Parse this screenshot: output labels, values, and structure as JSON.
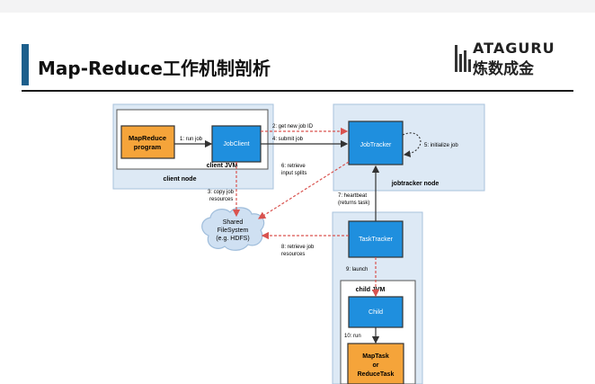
{
  "slide": {
    "title": "Map-Reduce工作机制剖析",
    "logo": {
      "line1": "ATAGURU",
      "line2": "炼数成金"
    }
  },
  "diagram": {
    "client_box": {
      "line1": "MapReduce",
      "line2": "program"
    },
    "jobclient": "JobClient",
    "client_jvm": "client JVM",
    "client_node": "client node",
    "jobtracker": "JobTracker",
    "jobtracker_node": "jobtracker node",
    "tasktracker": "TaskTracker",
    "child_jvm": "child JVM",
    "child": "Child",
    "maptask": {
      "line1": "MapTask",
      "line2": "or",
      "line3": "ReduceTask"
    },
    "shared_fs": {
      "line1": "Shared",
      "line2": "FileSystem",
      "line3": "(e.g. HDFS)"
    },
    "steps": {
      "s1": "1: run job",
      "s2": "2: get new job ID",
      "s3a": "3: copy job",
      "s3b": "resources",
      "s4": "4: submit job",
      "s5": "5: initialize job",
      "s6a": "6: retrieve",
      "s6b": "input splits",
      "s7a": "7: heartbeat",
      "s7b": "(returns task)",
      "s8a": "8: retrieve job",
      "s8b": "resources",
      "s9": "9: launch",
      "s10": "10: run"
    }
  }
}
